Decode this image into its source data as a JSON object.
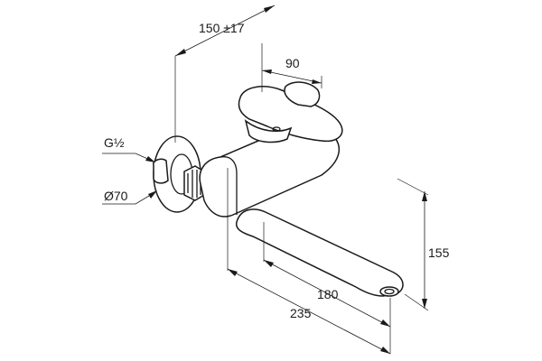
{
  "dimensions": {
    "width_total": "150 ±17",
    "lever": "90",
    "thread": "G½",
    "rosette": "Ø70",
    "height": "155",
    "spout_reach": "180",
    "overall_reach": "235"
  }
}
